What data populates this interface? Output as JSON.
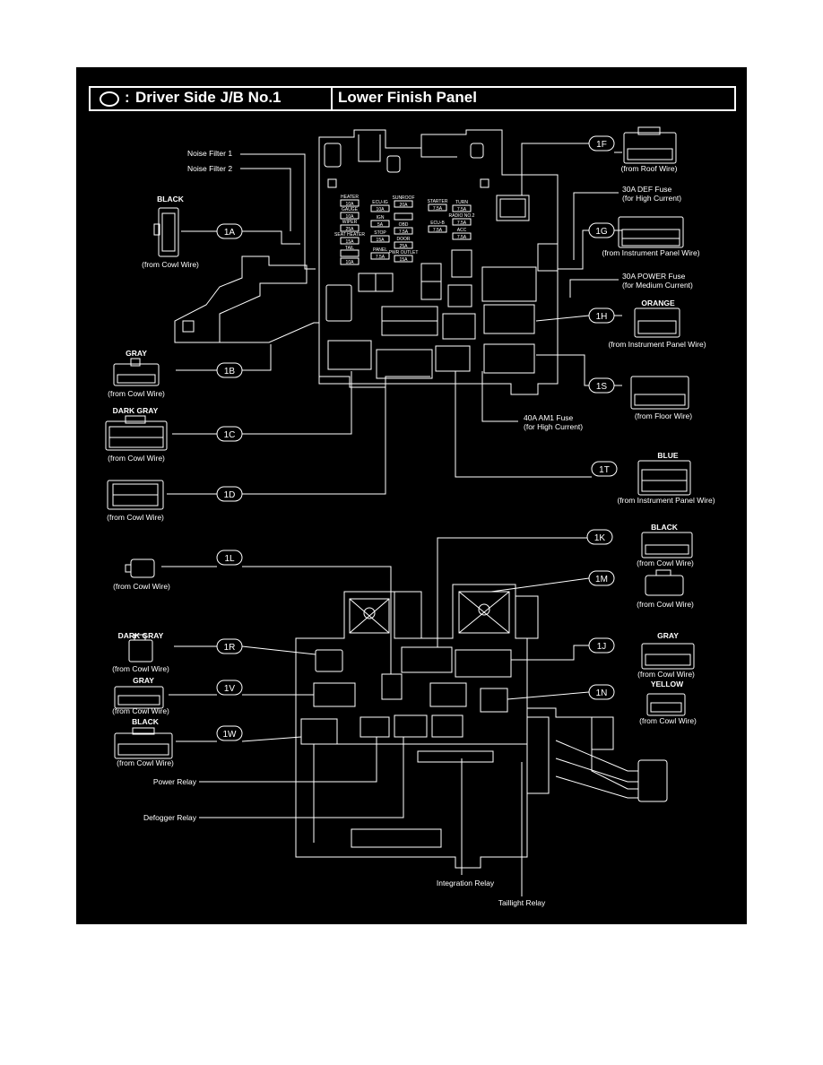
{
  "header": {
    "title": "Driver Side J/B No.1",
    "prefix": ":",
    "location": "Lower Finish Panel"
  },
  "colors": {
    "background": "#000000",
    "line": "#ffffff",
    "page": "#ffffff"
  },
  "icons": {
    "header": "oval-icon"
  },
  "labels": {
    "noise_filter_1": "Noise Filter 1",
    "noise_filter_2": "Noise Filter 2",
    "def_fuse": "30A DEF Fuse",
    "def_fuse_note": "(for High Current)",
    "power_fuse": "30A POWER Fuse",
    "power_fuse_note": "(for Medium Current)",
    "am1_fuse": "40A AM1 Fuse",
    "am1_fuse_note": "(for High Current)",
    "power_relay": "Power Relay",
    "defogger_relay": "Defogger Relay",
    "integration_relay": "Integration Relay",
    "taillight_relay": "Taillight Relay"
  },
  "fuses": {
    "heater": "HEATER",
    "heater_a": "10A",
    "gauge": "GAUGE",
    "gauge_a": "10A",
    "wiper": "WIPER",
    "wiper_a": "25A",
    "seat_heater": "SEAT HEATER",
    "seat_heater_a": "15A",
    "tail": "TAIL",
    "tail_a": "10A",
    "ign": "IGN",
    "ign_a": "5A",
    "ecu_ig": "ECU-IG",
    "ecu_ig_a": "10A",
    "stop": "STOP",
    "stop_a": "15A",
    "panel": "PANEL",
    "panel_a": "7.5A",
    "sunroof": "SUNROOF",
    "sunroof_a": "20A",
    "obd": "OBD",
    "obd_a": "7.5A",
    "door": "DOOR",
    "door_a": "25A",
    "pwr_outlet": "PWR OUTLET",
    "pwr_outlet_a": "15A",
    "starter": "STARTER",
    "starter_a": "7.5A",
    "turn": "TURN",
    "turn_a": "7.5A",
    "radio": "RADIO NO.2",
    "radio_a": "7.5A",
    "acc": "ACC",
    "acc_a": "7.5A",
    "ecu_b": "ECU-B",
    "ecu_b_a": "7.5A"
  },
  "connectors": [
    {
      "id": "1A",
      "color": "BLACK",
      "note": "(from Cowl Wire)"
    },
    {
      "id": "1B",
      "color": "GRAY",
      "note": "(from Cowl Wire)"
    },
    {
      "id": "1C",
      "color": "DARK GRAY",
      "note": "(from Cowl Wire)"
    },
    {
      "id": "1D",
      "color": "",
      "note": "(from Cowl Wire)"
    },
    {
      "id": "1F",
      "color": "",
      "note": "(from Roof Wire)"
    },
    {
      "id": "1G",
      "color": "",
      "note": "(from Instrument Panel Wire)"
    },
    {
      "id": "1H",
      "color": "ORANGE",
      "note": "(from Instrument Panel Wire)"
    },
    {
      "id": "1S",
      "color": "",
      "note": "(from Floor Wire)"
    },
    {
      "id": "1T",
      "color": "BLUE",
      "note": "(from Instrument Panel Wire)"
    },
    {
      "id": "1K",
      "color": "BLACK",
      "note": "(from Cowl Wire)"
    },
    {
      "id": "1L",
      "color": "",
      "note": "(from Cowl Wire)"
    },
    {
      "id": "1M",
      "color": "",
      "note": "(from Cowl Wire)"
    },
    {
      "id": "1R",
      "color": "DARK GRAY",
      "note": "(from Cowl Wire)"
    },
    {
      "id": "1J",
      "color": "GRAY",
      "note": "(from Cowl Wire)"
    },
    {
      "id": "1V",
      "color": "GRAY",
      "note": "(from Cowl Wire)"
    },
    {
      "id": "1N",
      "color": "YELLOW",
      "note": "(from Cowl Wire)"
    },
    {
      "id": "1W",
      "color": "BLACK",
      "note": "(from Cowl Wire)"
    }
  ]
}
